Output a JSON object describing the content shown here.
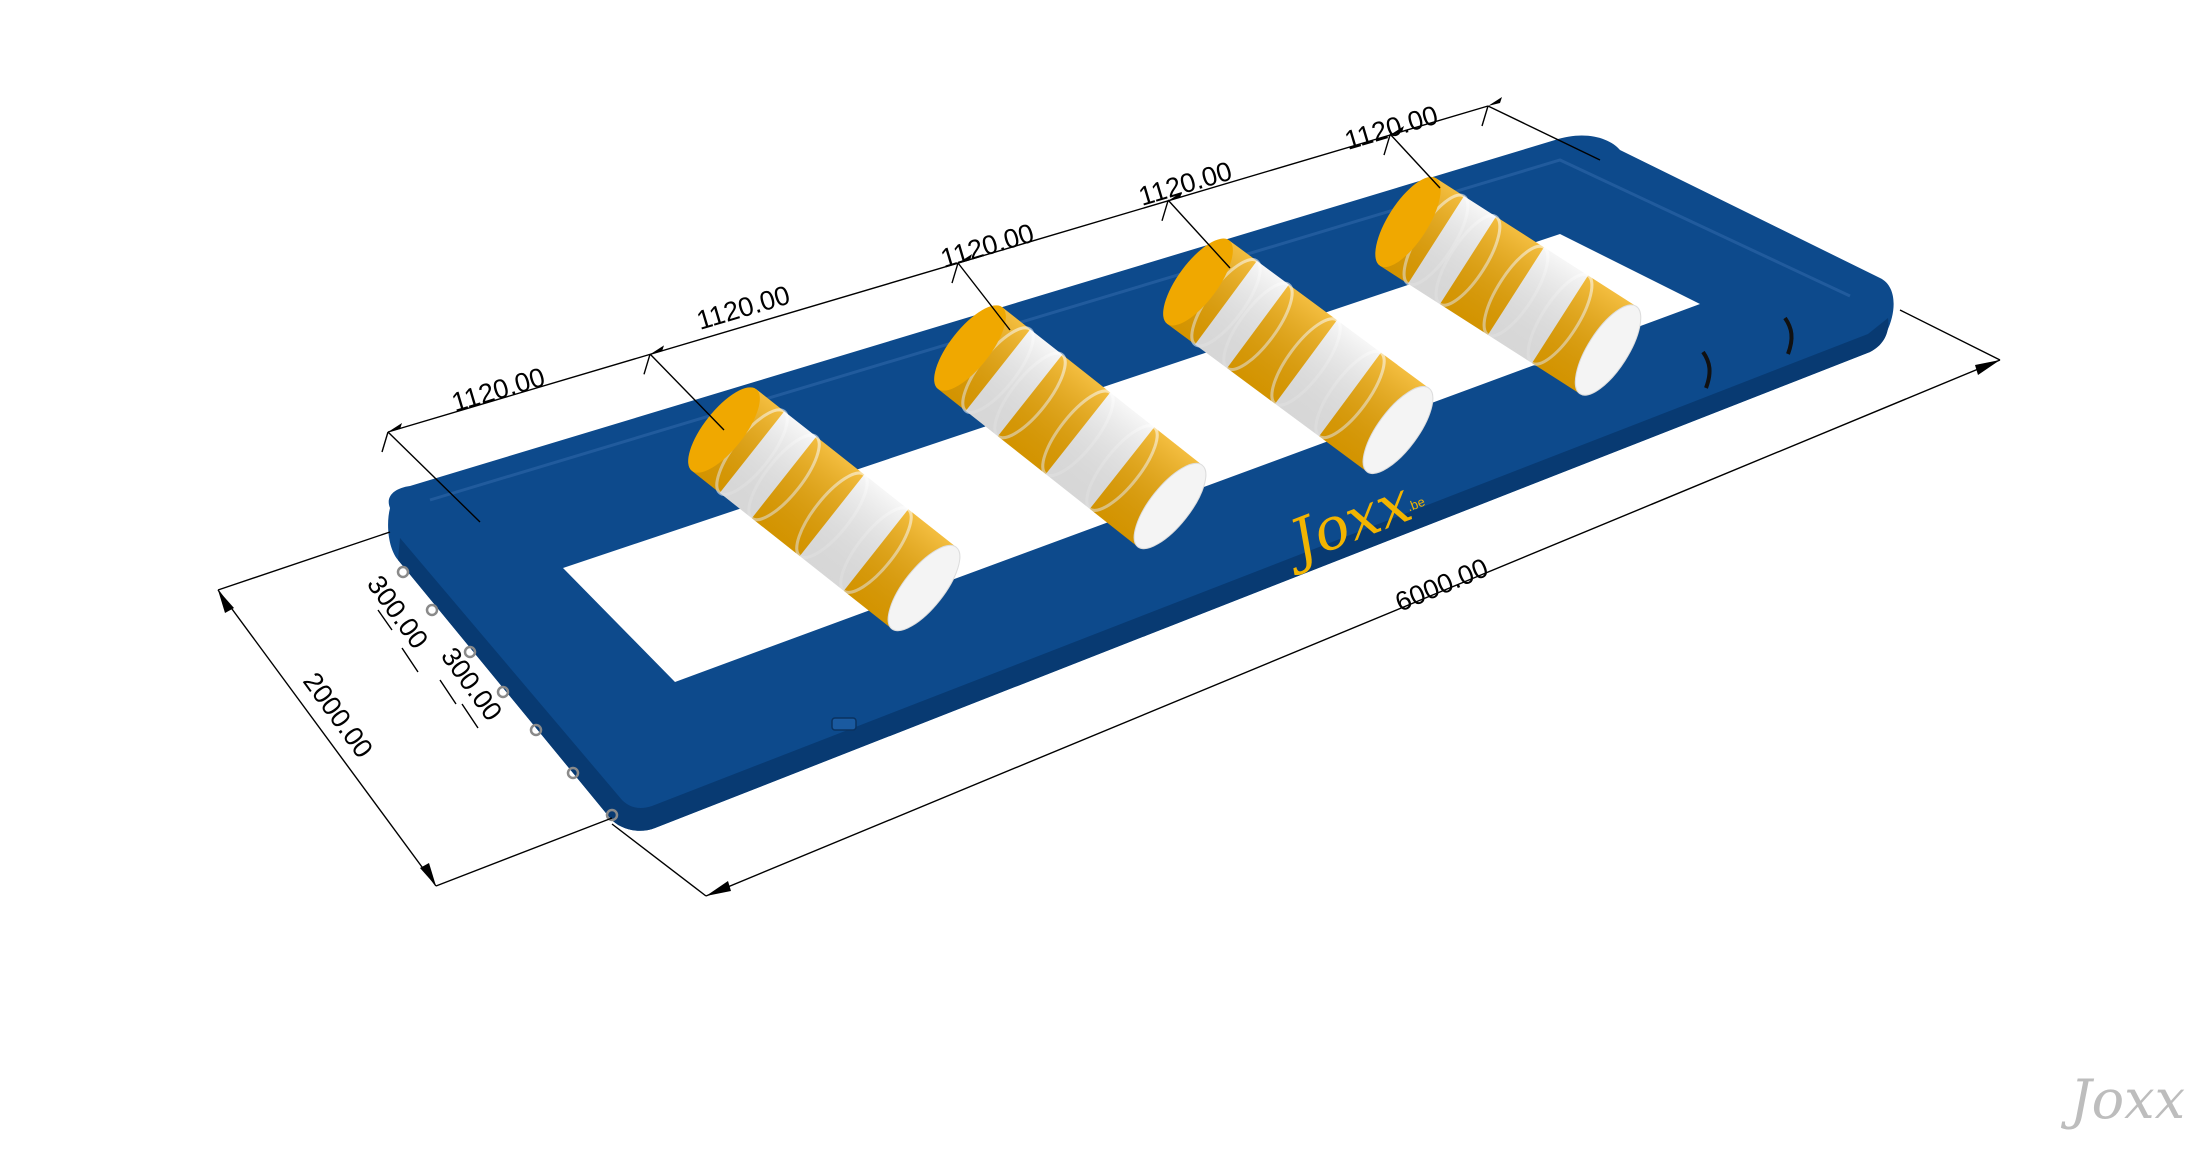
{
  "dimensions": {
    "segment_labels": [
      "1120.00",
      "1120.00",
      "1120.00",
      "1120.00",
      "1120.00"
    ],
    "total_length": "6000.00",
    "total_width": "2000.00",
    "tube_diameter_a": "300.00",
    "tube_diameter_b": "300.00"
  },
  "branding": {
    "product_logo": "Joxx",
    "product_logo_suffix": ".be",
    "corner_logo": "Joxx"
  },
  "colors": {
    "frame_blue": "#0d4a8c",
    "frame_blue_dark": "#083a72",
    "roller_yellow": "#f0a800",
    "roller_white": "#f4f4f4",
    "logo_yellow": "#f2b400",
    "watermark_gray": "#bdbdbd"
  }
}
